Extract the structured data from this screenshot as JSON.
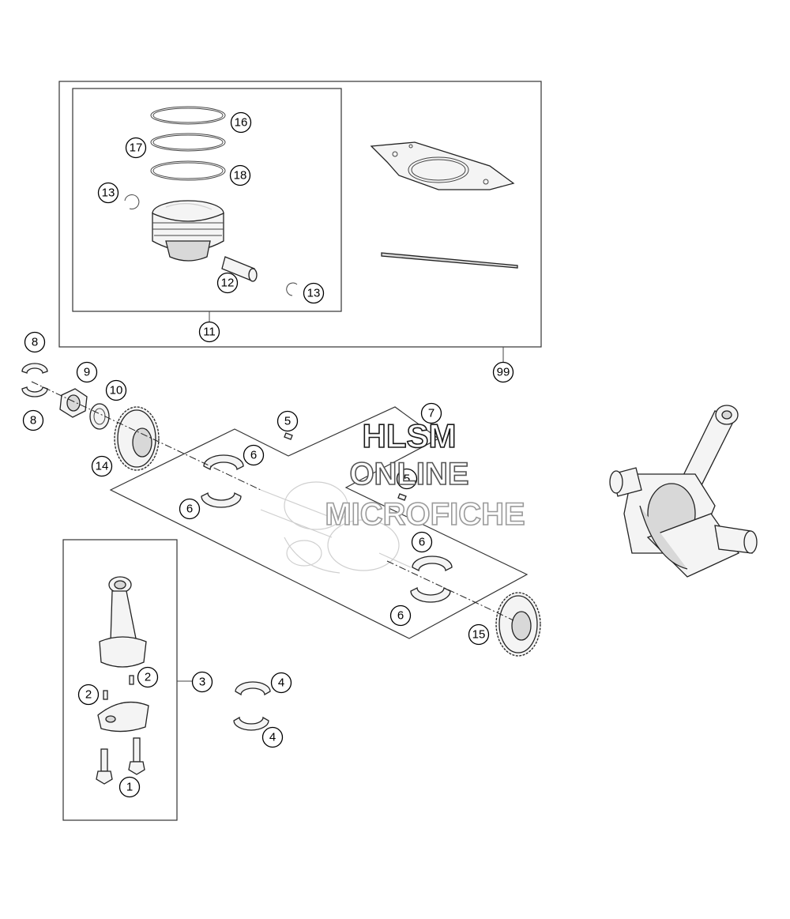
{
  "callouts": {
    "c1": "1",
    "c2a": "2",
    "c2b": "2",
    "c3": "3",
    "c4a": "4",
    "c4b": "4",
    "c5a": "5",
    "c5b": "5",
    "c6a": "6",
    "c6b": "6",
    "c6c": "6",
    "c6d": "6",
    "c7": "7",
    "c8a": "8",
    "c8b": "8",
    "c9": "9",
    "c10": "10",
    "c11": "11",
    "c12": "12",
    "c13a": "13",
    "c13b": "13",
    "c14": "14",
    "c15": "15",
    "c16": "16",
    "c17": "17",
    "c18": "18",
    "c99": "99"
  },
  "watermark": {
    "line1": "HLSM",
    "line2": "ONLINE",
    "line3": "MICROFICHE",
    "colors": [
      "#1a1a1a",
      "#555555",
      "#9a9a9a"
    ]
  }
}
